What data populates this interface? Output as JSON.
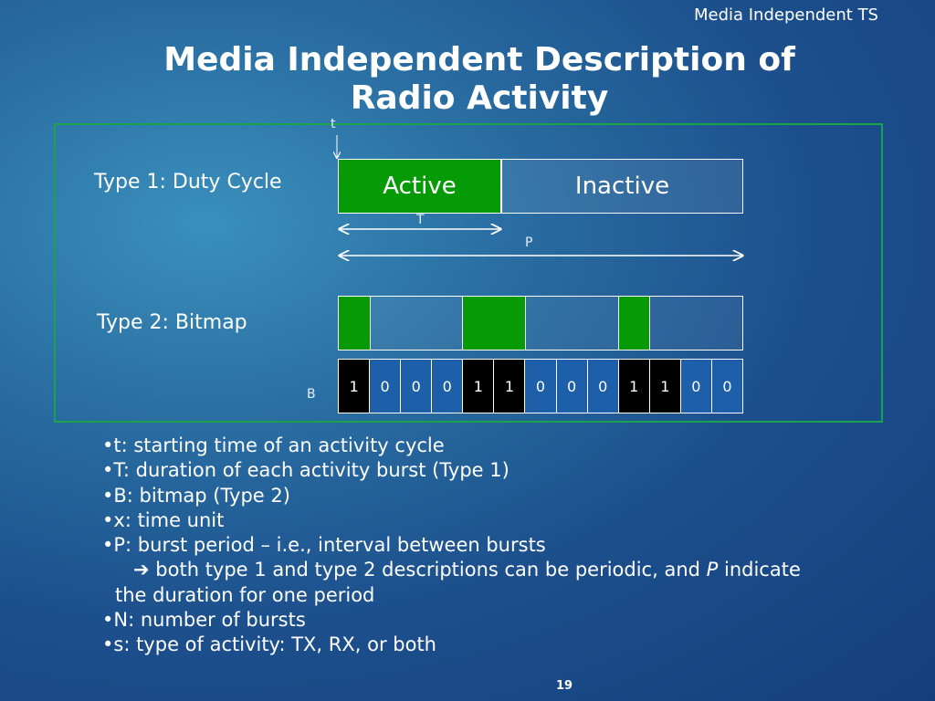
{
  "header": {
    "label": "Media Independent TS"
  },
  "title": {
    "line1": "Media Independent Description of",
    "line2": "Radio Activity"
  },
  "diagram": {
    "t_marker": "t",
    "type1_label": "Type 1: Duty Cycle",
    "active_label": "Active",
    "inactive_label": "Inactive",
    "T_label": "T",
    "P_label": "P",
    "type2_label": "Type 2: Bitmap",
    "B_label": "B",
    "bitmap_segments": [
      {
        "state": "active",
        "units": 1
      },
      {
        "state": "inactive",
        "units": 3
      },
      {
        "state": "active",
        "units": 2
      },
      {
        "state": "inactive",
        "units": 3
      },
      {
        "state": "active",
        "units": 1
      },
      {
        "state": "inactive",
        "units": 3
      }
    ],
    "bits": [
      "1",
      "0",
      "0",
      "0",
      "1",
      "1",
      "0",
      "0",
      "0",
      "1",
      "1",
      "0",
      "0"
    ]
  },
  "legend": {
    "items": [
      "•t: starting time of an activity cycle",
      "•T: duration of each activity burst (Type 1)",
      "•B: bitmap (Type 2)",
      "•x: time unit",
      "•P: burst period – i.e., interval between bursts"
    ],
    "note_prefix": "both type 1 and type 2 descriptions can be periodic, and ",
    "note_em": "P",
    "note_suffix": " indicate",
    "note_line2": "the duration for one period",
    "items2": [
      "•N: number of bursts",
      "•s: type of activity: TX, RX, or both"
    ]
  },
  "page_number": "19",
  "colors": {
    "active_green": "#079a07",
    "panel_border": "#1aa34a",
    "bit_one": "#000000",
    "bit_zero": "#1d5fa8"
  }
}
